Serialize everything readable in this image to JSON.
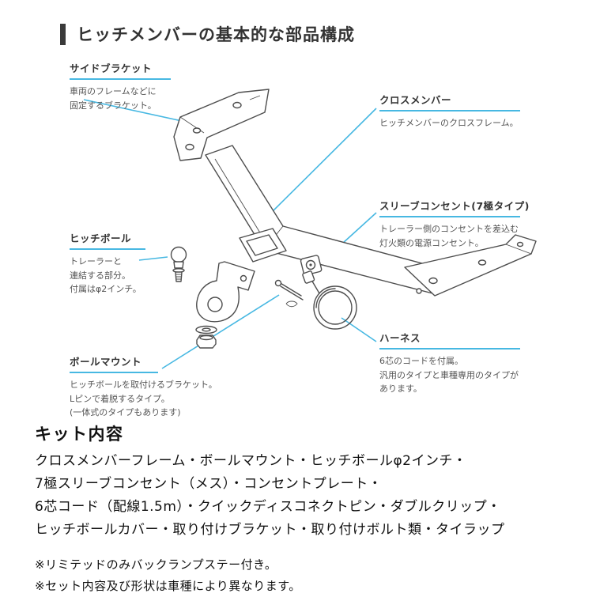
{
  "title": "ヒッチメンバーの基本的な部品構成",
  "accent_color": "#47b8e2",
  "ink_color": "#4d4d4d",
  "labels": [
    {
      "id": "side-bracket",
      "title": "サイドブラケット",
      "desc": "車両のフレームなどに\n固定するブラケット。"
    },
    {
      "id": "cross-member",
      "title": "クロスメンバー",
      "desc": "ヒッチメンバーのクロスフレーム。"
    },
    {
      "id": "sleeve-outlet",
      "title": "スリーブコンセント(7極タイプ)",
      "desc": "トレーラー側のコンセントを差込む\n灯火類の電源コンセント。"
    },
    {
      "id": "hitch-ball",
      "title": "ヒッチボール",
      "desc": "トレーラーと\n連結する部分。\n付属はφ2インチ。"
    },
    {
      "id": "harness",
      "title": "ハーネス",
      "desc": "6芯のコードを付属。\n汎用のタイプと車種専用のタイプが\nあります。"
    },
    {
      "id": "ball-mount",
      "title": "ボールマウント",
      "desc": "ヒッチボールを取付けるブラケット。\nLピンで着脱するタイプ。\n(一体式のタイプもあります)"
    }
  ],
  "kit": {
    "heading": "キット内容",
    "lines": [
      "クロスメンバーフレーム・ボールマウント・ヒッチボールφ2インチ・",
      "7極スリーブコンセント（メス）・コンセントプレート・",
      "6芯コード（配線1.5m）・クイックディスコネクトピン・ダブルクリップ・",
      "ヒッチボールカバー・取り付けブラケット・取り付けボルト類・タイラップ"
    ],
    "notes": [
      "※リミテッドのみバックランプステー付き。",
      "※セット内容及び形状は車種により異なります。"
    ]
  }
}
